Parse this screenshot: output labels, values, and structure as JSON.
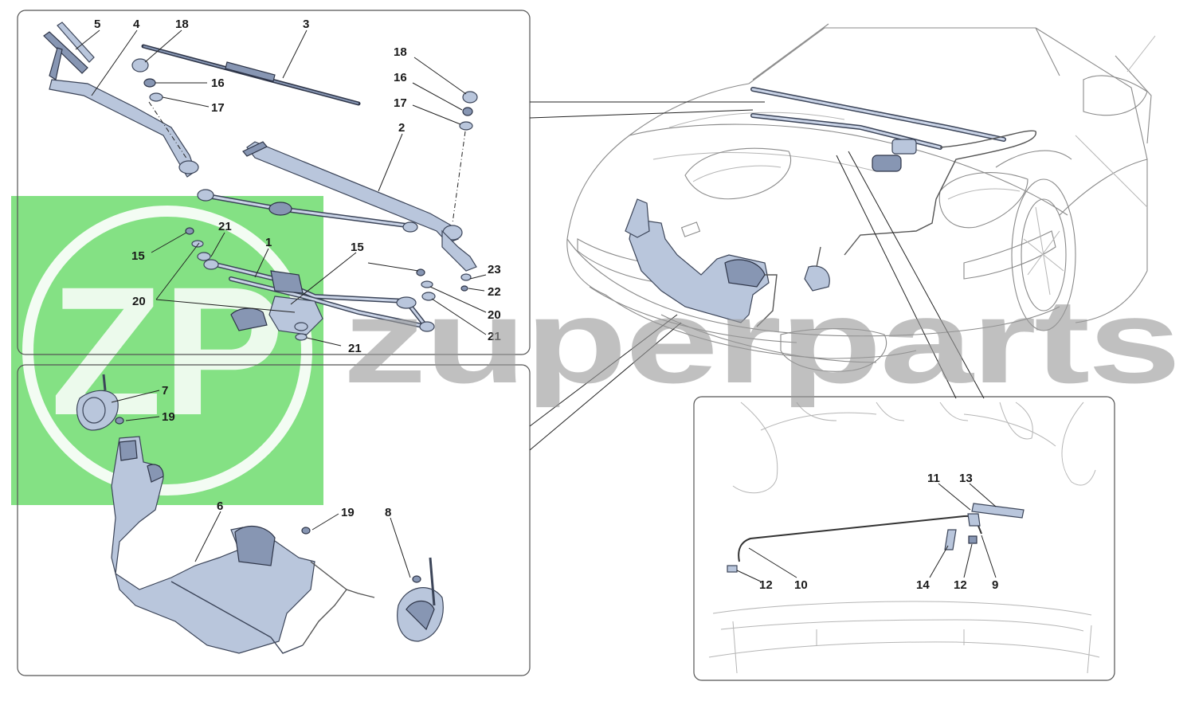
{
  "watermark": {
    "brand_text": "zuperparts",
    "logo_letters": "ZP",
    "logo_color": "#6fdc6f"
  },
  "panels": {
    "wiper": {
      "callouts": [
        "5",
        "4",
        "18",
        "3",
        "16",
        "17",
        "2",
        "18",
        "16",
        "17",
        "21",
        "1",
        "15",
        "15",
        "23",
        "22",
        "20",
        "20",
        "20",
        "21",
        "21"
      ]
    },
    "washer": {
      "callouts": [
        "7",
        "19",
        "6",
        "19",
        "8"
      ]
    },
    "bonnet": {
      "callouts": [
        "11",
        "13",
        "12",
        "10",
        "14",
        "12",
        "9"
      ]
    }
  },
  "colors": {
    "part_fill": "#b9c6dc",
    "part_stroke": "#3b4458",
    "frame": "#555555"
  }
}
